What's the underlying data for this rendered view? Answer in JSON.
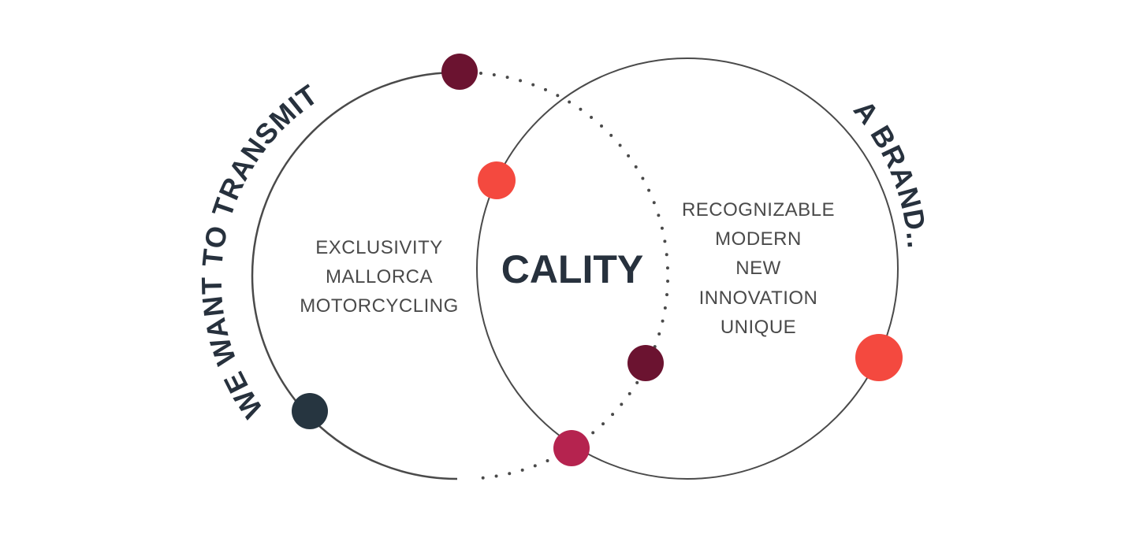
{
  "diagram": {
    "left_arc_label": "WE WANT TO TRANSMIT",
    "right_arc_label": "A BRAND...",
    "center_label": "CALITY",
    "left_items": [
      "EXCLUSIVITY",
      "MALLORCA",
      "MOTORCYCLING"
    ],
    "right_items": [
      "RECOGNIZABLE",
      "MODERN",
      "NEW",
      "INNOVATION",
      "UNIQUE"
    ]
  },
  "colors": {
    "dark_red": "#6b1330",
    "coral": "#f4493f",
    "crimson": "#b5234f",
    "navy": "#263540",
    "line": "#4a4a4a",
    "text_dark": "#27313d"
  }
}
